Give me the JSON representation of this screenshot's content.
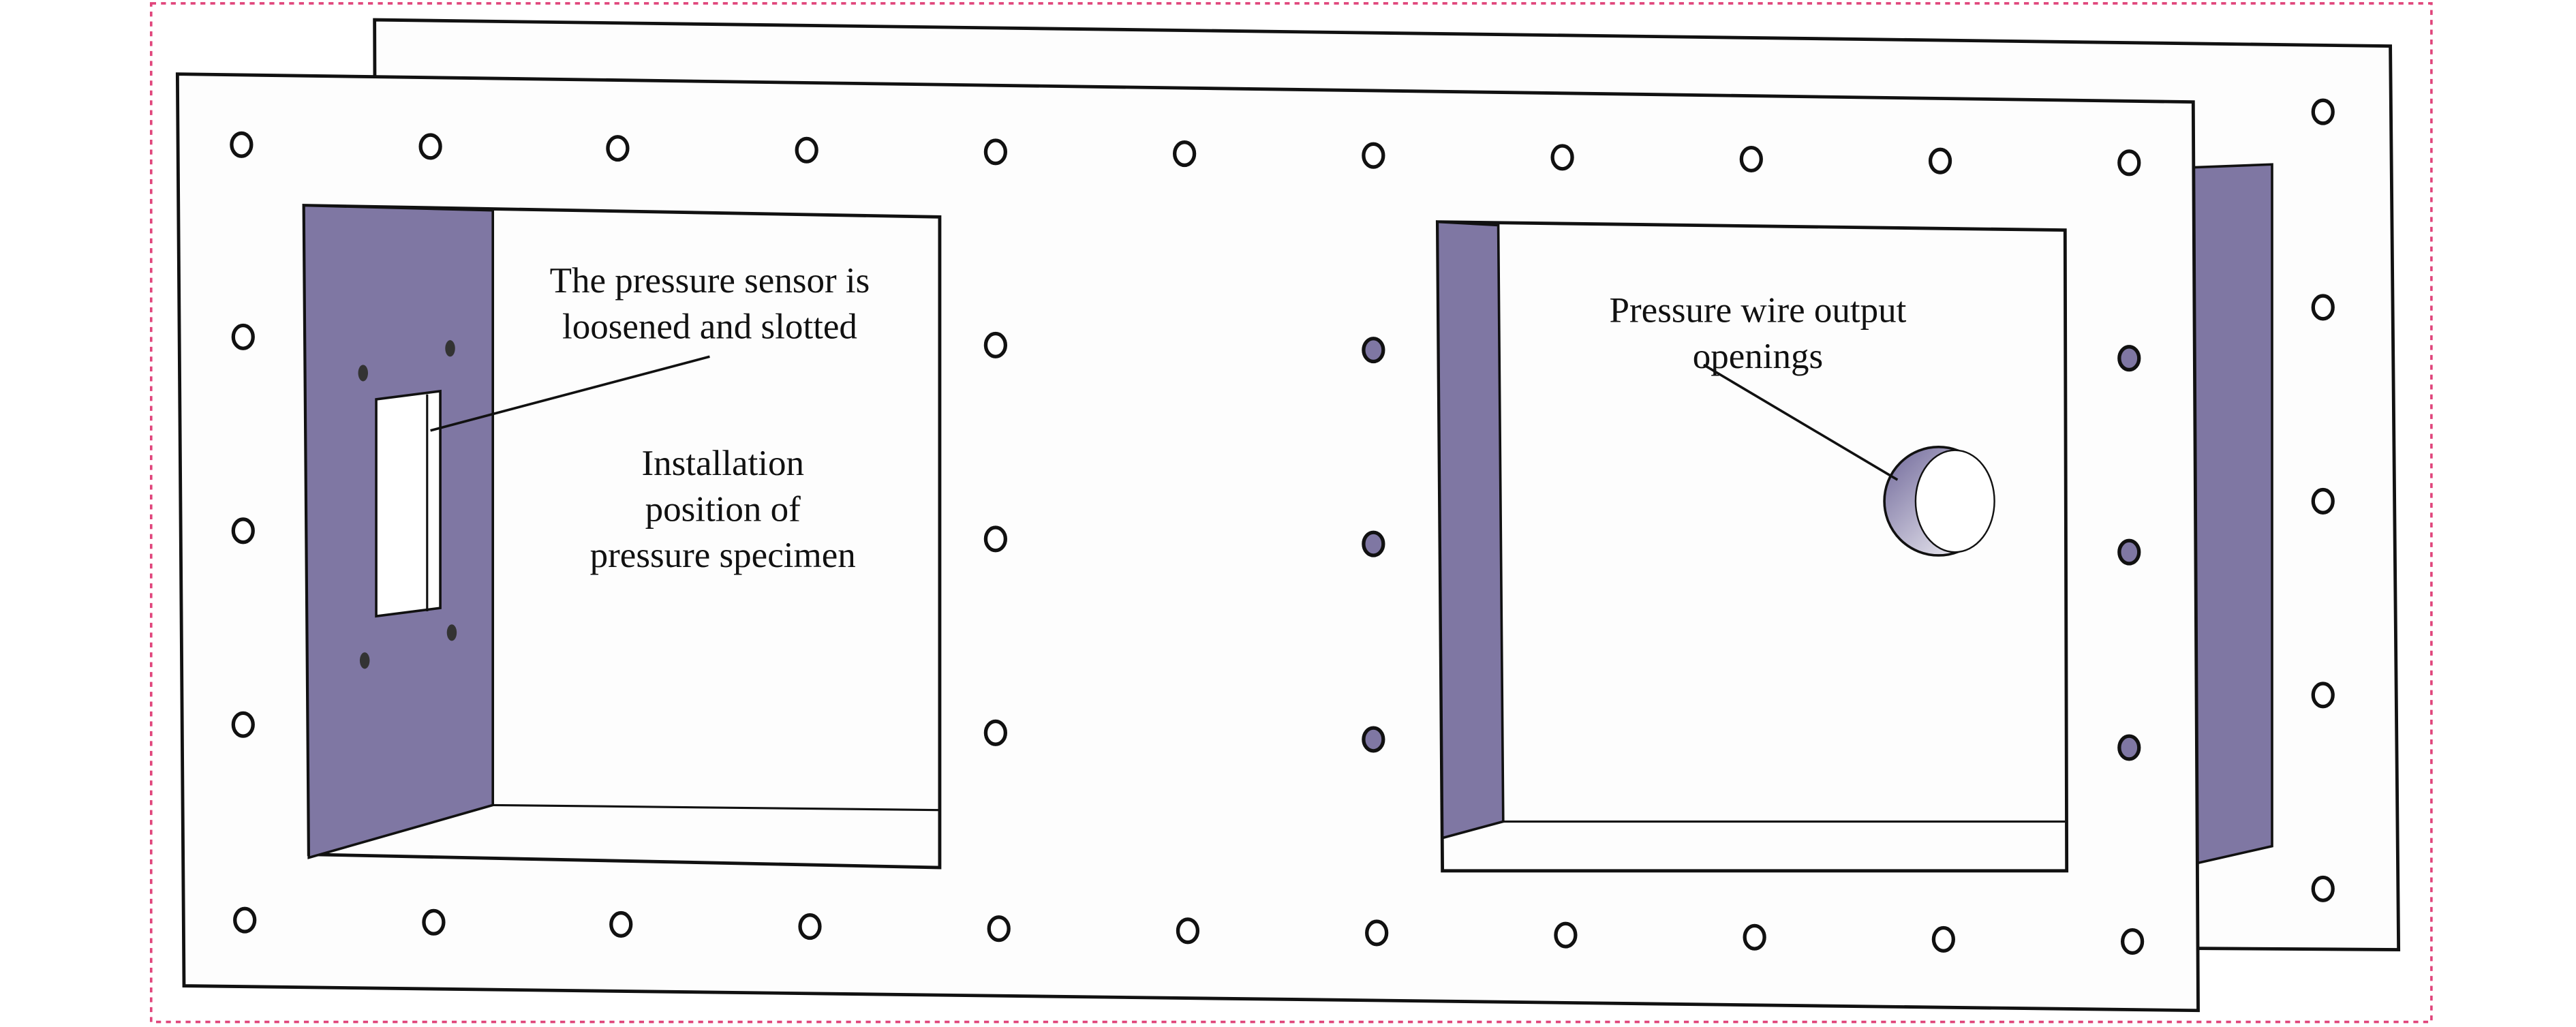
{
  "figure": {
    "labels": {
      "sensor_slot": [
        "The pressure sensor is",
        "loosened and slotted"
      ],
      "specimen_position": [
        "Installation",
        "position of",
        "pressure specimen"
      ],
      "wire_opening": [
        "Pressure wire output",
        "openings"
      ]
    },
    "colors": {
      "panel_purple": "#7f77a3",
      "frame_border": "#e0457b",
      "plate_fill": "#fdfdfd"
    }
  }
}
